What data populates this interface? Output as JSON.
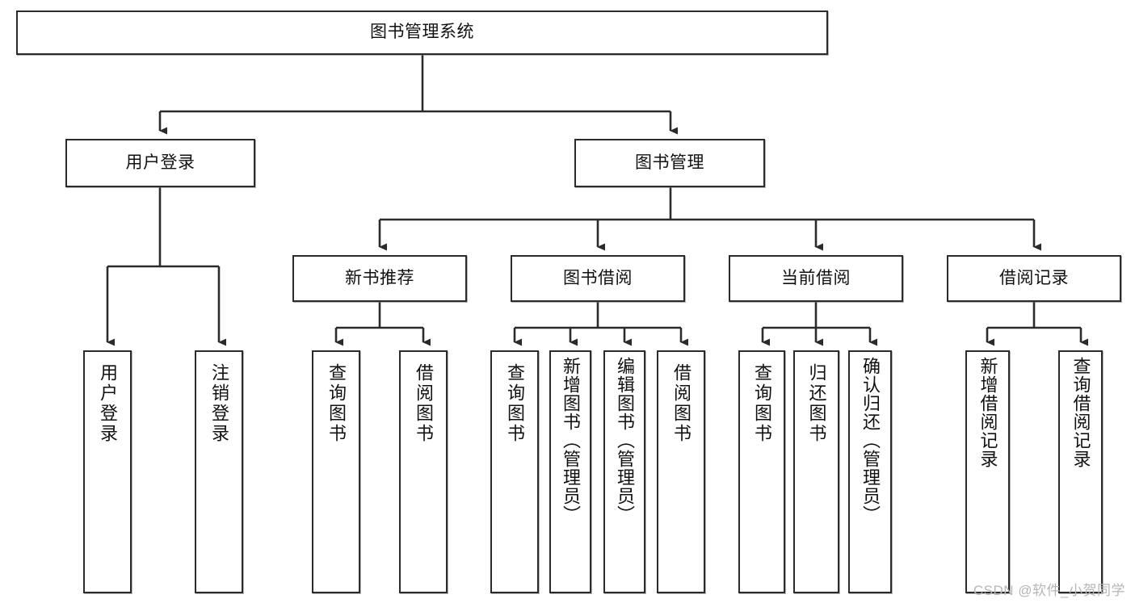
{
  "diagram": {
    "type": "tree-hierarchy-chart",
    "title": "图书管理系统",
    "line_color": "#2b2b2b",
    "box_fill": "#ffffff",
    "text_color": "#111111",
    "nodes": {
      "root": {
        "label": "图书管理系统"
      },
      "level2": [
        {
          "id": "user-login",
          "label": "用户登录"
        },
        {
          "id": "book-management",
          "label": "图书管理"
        }
      ],
      "level3": [
        {
          "id": "new-book-recommend",
          "label": "新书推荐"
        },
        {
          "id": "book-borrow",
          "label": "图书借阅"
        },
        {
          "id": "current-borrow",
          "label": "当前借阅"
        },
        {
          "id": "borrow-record",
          "label": "借阅记录"
        }
      ],
      "leaves": {
        "user-login": [
          {
            "id": "leaf-user-login",
            "label": "用户登录"
          },
          {
            "id": "leaf-logout-login",
            "label": "注销登录"
          }
        ],
        "new-book-recommend": [
          {
            "id": "leaf-query-book-1",
            "label": "查询图书"
          },
          {
            "id": "leaf-borrow-book-1",
            "label": "借阅图书"
          }
        ],
        "book-borrow": [
          {
            "id": "leaf-query-book-2",
            "label": "查询图书"
          },
          {
            "id": "leaf-add-book",
            "label": "新增图书（管理员）"
          },
          {
            "id": "leaf-edit-book",
            "label": "编辑图书（管理员）"
          },
          {
            "id": "leaf-borrow-book-2",
            "label": "借阅图书"
          }
        ],
        "current-borrow": [
          {
            "id": "leaf-query-book-3",
            "label": "查询图书"
          },
          {
            "id": "leaf-return-book",
            "label": "归还图书"
          },
          {
            "id": "leaf-confirm-return",
            "label": "确认归还（管理员）"
          }
        ],
        "borrow-record": [
          {
            "id": "leaf-add-record",
            "label": "新增借阅记录"
          },
          {
            "id": "leaf-query-record",
            "label": "查询借阅记录"
          }
        ]
      }
    }
  },
  "watermark": {
    "text": "CSDN @软件_小贺同学"
  }
}
